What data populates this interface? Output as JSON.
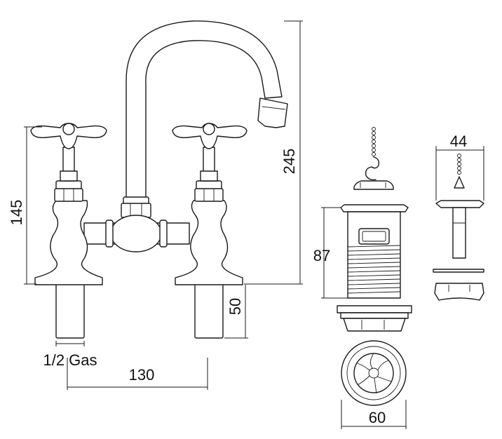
{
  "dimensions": {
    "height_handle": "145",
    "height_spout": "245",
    "tail_length": "50",
    "centres": "130",
    "thread": "1/2 Gas",
    "waste_height": "87",
    "waste_diameter": "60",
    "plug_diameter": "44"
  }
}
